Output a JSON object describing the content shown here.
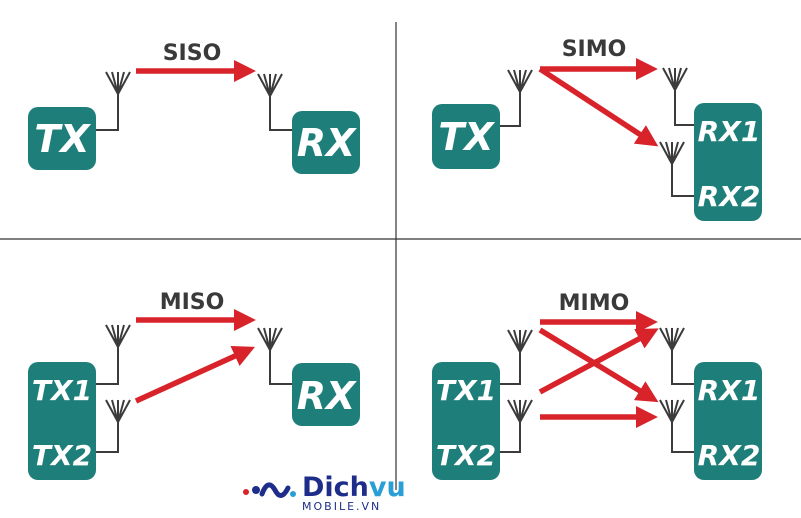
{
  "panels": {
    "siso": {
      "title": "SISO",
      "tx": "TX",
      "rx": "RX"
    },
    "simo": {
      "title": "SIMO",
      "tx": "TX",
      "rx1": "RX1",
      "rx2": "RX2"
    },
    "miso": {
      "title": "MISO",
      "tx1": "TX1",
      "tx2": "TX2",
      "rx": "RX"
    },
    "mimo": {
      "title": "MIMO",
      "tx1": "TX1",
      "tx2": "TX2",
      "rx1": "RX1",
      "rx2": "RX2"
    }
  },
  "watermark": {
    "brand_dich": "Dich",
    "brand_vu": "vu",
    "sub": "MOBILE.VN"
  },
  "colors": {
    "box": "#1e7f7a",
    "arrow": "#d8232a",
    "antenna": "#3b3b3b"
  }
}
